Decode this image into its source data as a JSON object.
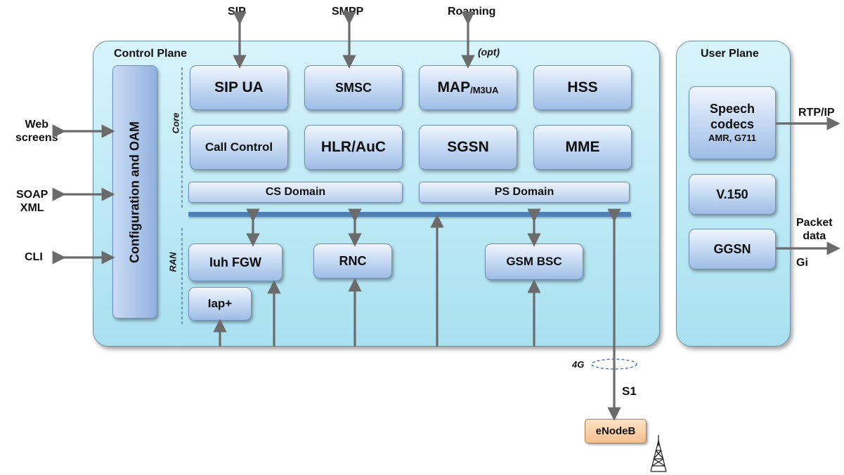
{
  "control_plane": {
    "title": "Control Plane",
    "opt_label": "(opt)",
    "core_label": "Core",
    "ran_label": "RAN",
    "oam_label": "Configuration and OAM",
    "core": {
      "sip_ua": "SIP UA",
      "smsc": "SMSC",
      "map_main": "MAP",
      "map_sub": "/M3UA",
      "hss": "HSS",
      "call_control": "Call Control",
      "hlr_auc": "HLR/AuC",
      "sgsn": "SGSN",
      "mme": "MME"
    },
    "cs_domain": "CS Domain",
    "ps_domain": "PS Domain",
    "ran": {
      "iuh_fgw": "Iuh FGW",
      "rnc": "RNC",
      "gsm_bsc": "GSM BSC",
      "iap": "Iap+"
    }
  },
  "user_plane": {
    "title": "User Plane",
    "speech_line1": "Speech",
    "speech_line2": "codecs",
    "speech_sub": "AMR, G711",
    "v150": "V.150",
    "ggsn": "GGSN"
  },
  "external": {
    "sip": "SIP",
    "smpp": "SMPP",
    "roaming": "Roaming",
    "web_line1": "Web",
    "web_line2": "screens",
    "soap_line1": "SOAP",
    "soap_line2": "XML",
    "cli": "CLI",
    "rtp_ip": "RTP/IP",
    "packet_line1": "Packet",
    "packet_line2": "data",
    "gi": "Gi",
    "label_4g": "4G",
    "s1": "S1",
    "enodeb": "eNodeB"
  },
  "colors": {
    "panel": "#bfeaf6",
    "box": "#c9dcf4",
    "bus": "#4f7fb7",
    "arrow": "#6b6b6b",
    "enodeb": "#f5bf8e"
  },
  "icons": [
    "cell-tower-icon"
  ]
}
